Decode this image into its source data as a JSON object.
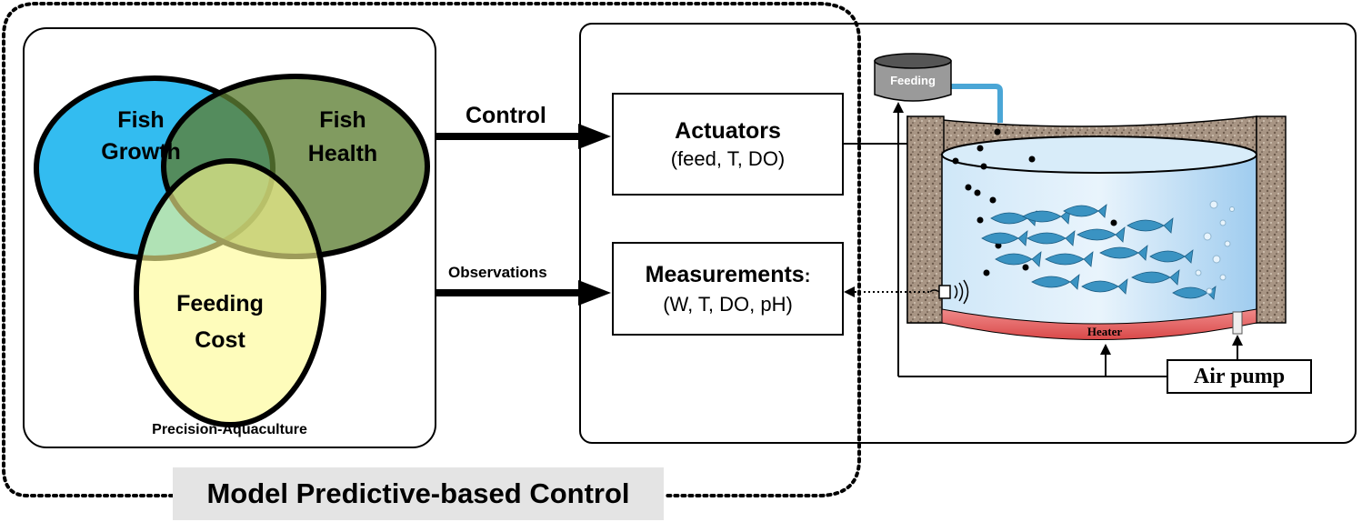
{
  "venn": {
    "growth": "Fish\nGrowth",
    "growth_line1": "Fish",
    "growth_line2": "Growth",
    "health_line1": "Fish",
    "health_line2": "Health",
    "cost_line1": "Feeding",
    "cost_line2": "Cost",
    "panel_caption": "Precision-Aquaculture",
    "colors": {
      "growth": "#33bcf0",
      "health": "#6e8e4a",
      "cost": "#fdfaa8"
    }
  },
  "arrows": {
    "control": "Control",
    "observations": "Observations"
  },
  "actuators": {
    "title": "Actuators",
    "subtitle": "(feed, T, DO)"
  },
  "measurements": {
    "title": "Measurements",
    "colon": ":",
    "subtitle": "(W, T, DO, pH)"
  },
  "tank": {
    "feeder_label": "Feeding",
    "heater_label": "Heater",
    "air_pump_label": "Air pump"
  },
  "mpc_label": "Model Predictive-based Control"
}
